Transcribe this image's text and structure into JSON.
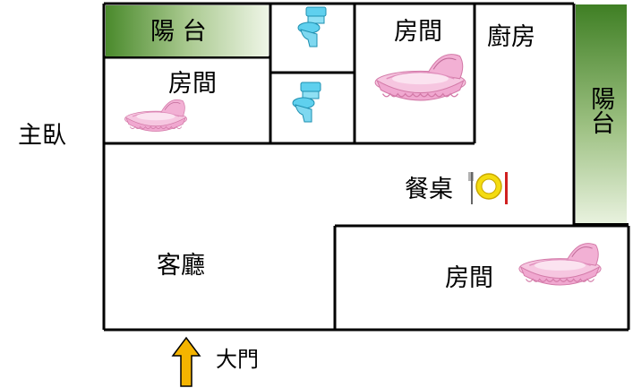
{
  "rooms": {
    "balcony_top": "陽 台",
    "room_top_left": "房間",
    "room_top_center": "房間",
    "kitchen": "廚房",
    "balcony_right": "陽台",
    "dining": "餐桌",
    "living": "客廳",
    "room_bottom_right": "房間"
  },
  "outside": {
    "master_bedroom": "主臥",
    "main_door": "大門"
  },
  "colors": {
    "wall": "#000000",
    "balcony_dark": "#4a8a2c",
    "balcony_light": "#e6f0dc",
    "toilet": "#5fd0ee",
    "cradle": "#f0a8d0",
    "door_arrow": "#f5b400",
    "plate": "#f4dc10"
  },
  "icons": [
    "toilet-icon",
    "toilet-icon",
    "cradle-icon",
    "cradle-icon",
    "cradle-icon",
    "plate-cutlery-icon",
    "up-arrow-icon"
  ]
}
